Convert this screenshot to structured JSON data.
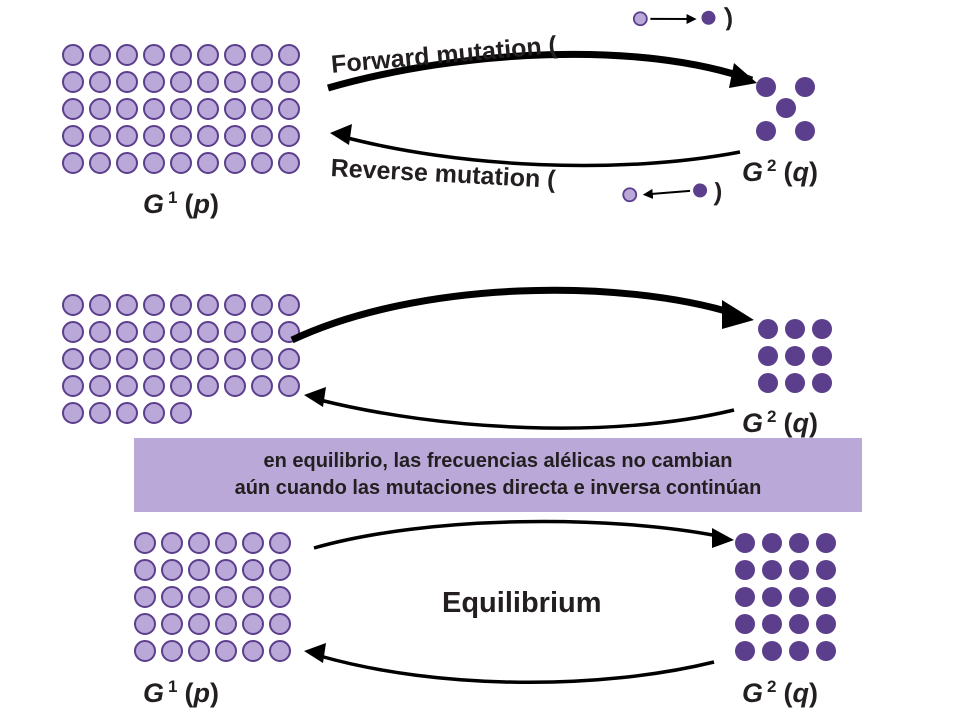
{
  "palette": {
    "light_allele_fill": "#b9a8d8",
    "dark_allele_fill": "#5b3f8c",
    "outline": "#5b3f8c",
    "text": "#231f20",
    "banner_background": "#b9a8d8"
  },
  "panel_top": {
    "forward_label": "Forward mutation (",
    "forward_close": ")",
    "reverse_label": "Reverse mutation (",
    "reverse_close": ")",
    "g1_symbol": "G",
    "g1_index": "1",
    "g1_freq": "p",
    "g2_symbol": "G",
    "g2_index": "2",
    "g2_freq": "q",
    "g1_count": 45,
    "g2_count": 5
  },
  "panel_middle": {
    "g2_symbol": "G",
    "g2_index": "2",
    "g2_freq": "q",
    "g1_count": 41,
    "g2_count": 9
  },
  "panel_bottom": {
    "center_label": "Equilibrium",
    "g1_symbol": "G",
    "g1_index": "1",
    "g1_freq": "p",
    "g2_symbol": "G",
    "g2_index": "2",
    "g2_freq": "q",
    "g1_count": 30,
    "g2_count": 20
  },
  "banner": {
    "line1": "en equilibrio, las frecuencias alélicas no cambian",
    "line2": "aún cuando las mutaciones directa e inversa continúan"
  }
}
